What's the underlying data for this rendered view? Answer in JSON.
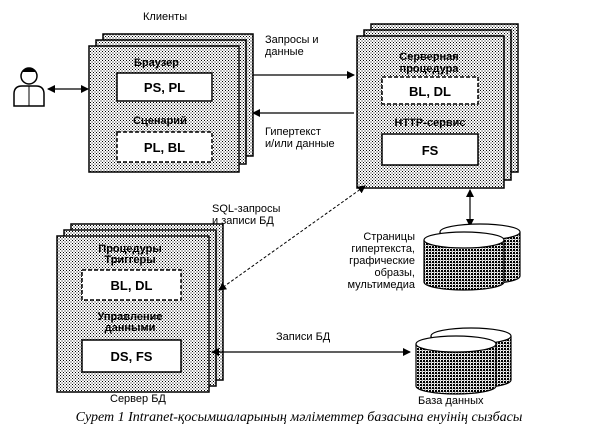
{
  "clients": {
    "title": "Клиенты",
    "browser_label": "Браузер",
    "browser_box": "PS, PL",
    "script_label": "Сценарий",
    "script_box": "PL, BL"
  },
  "server": {
    "procedure_label": "Серверная процедура",
    "procedure_box": "BL, DL",
    "http_label": "HTTP-сервис",
    "http_box": "FS"
  },
  "db_server": {
    "title": "Сервер БД",
    "procedures_label": "Процедуры Триггеры",
    "procedures_box": "BL, DL",
    "management_label": "Управление данными",
    "management_box": "DS, FS"
  },
  "arrows": {
    "requests_data": "Запросы и данные",
    "hypertext_data": "Гипертекст и/или данные",
    "sql_requests": "SQL-запросы и записи БД",
    "db_records": "Записи БД"
  },
  "stores": {
    "pages_label": "Страницы гипертекста, графические образы, мультимедиа",
    "database_label": "База данных"
  },
  "caption": "Сурет 1 Intranet-қосымшаларының мәліметтер базасына енуінің сызбасы"
}
